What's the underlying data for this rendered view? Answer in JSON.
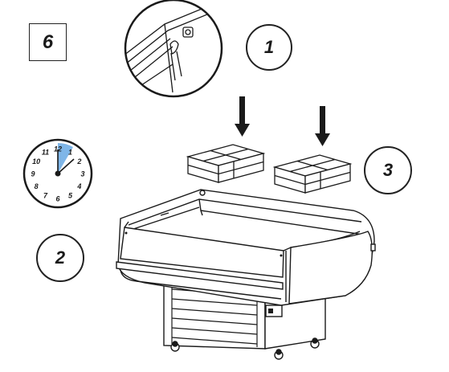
{
  "step_number": "6",
  "callouts": {
    "one": "1",
    "two": "2",
    "three": "3"
  },
  "clock": {
    "numerals": [
      "12",
      "1",
      "2",
      "3",
      "4",
      "5",
      "6",
      "7",
      "8",
      "9",
      "10",
      "11"
    ],
    "highlight_color": "#7fb6e8",
    "highlight_from_hour": 12,
    "highlight_to_hour": 1
  },
  "colors": {
    "line": "#1a1a1a",
    "fill": "#ffffff"
  }
}
